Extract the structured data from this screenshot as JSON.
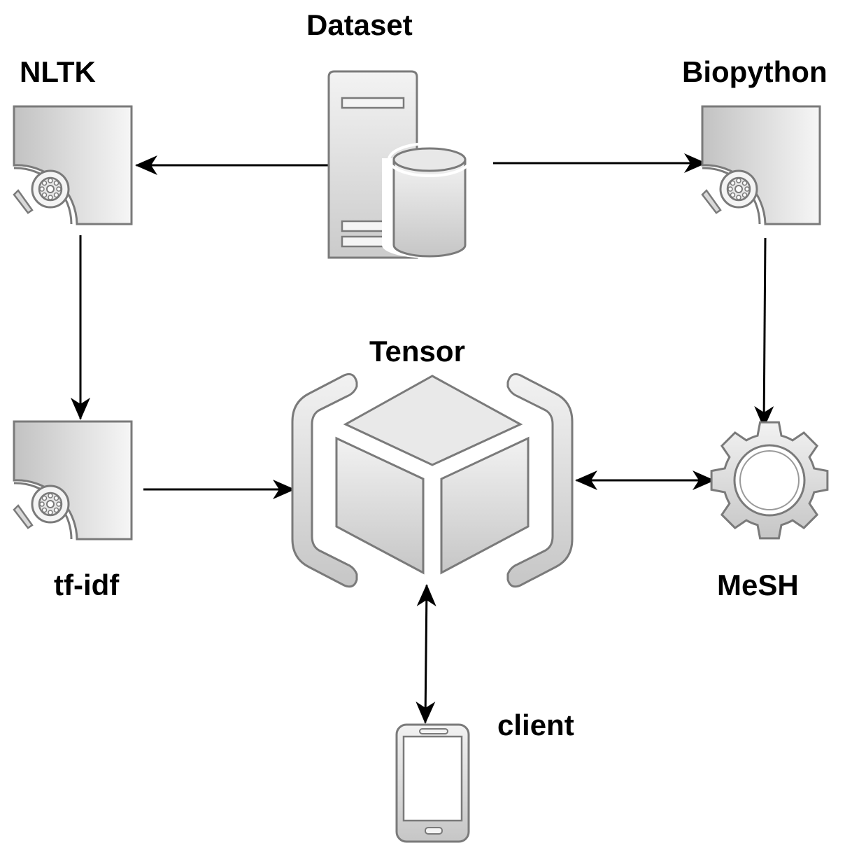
{
  "nodes": {
    "dataset": {
      "label": "Dataset",
      "icon": "server-database-icon"
    },
    "nltk": {
      "label": "NLTK",
      "icon": "hard-disk-icon"
    },
    "biopython": {
      "label": "Biopython",
      "icon": "hard-disk-icon"
    },
    "tfidf": {
      "label": "tf-idf",
      "icon": "hard-disk-icon"
    },
    "tensor": {
      "label": "Tensor",
      "icon": "bracketed-cube-icon"
    },
    "mesh": {
      "label": "MeSH",
      "icon": "gear-icon"
    },
    "client": {
      "label": "client",
      "icon": "mobile-phone-icon"
    }
  },
  "edges": [
    {
      "from": "dataset",
      "to": "nltk",
      "direction": "forward"
    },
    {
      "from": "dataset",
      "to": "biopython",
      "direction": "forward"
    },
    {
      "from": "nltk",
      "to": "tfidf",
      "direction": "forward"
    },
    {
      "from": "biopython",
      "to": "mesh",
      "direction": "forward"
    },
    {
      "from": "tfidf",
      "to": "tensor",
      "direction": "forward"
    },
    {
      "from": "tensor",
      "to": "mesh",
      "direction": "both"
    },
    {
      "from": "tensor",
      "to": "client",
      "direction": "both"
    }
  ],
  "colors": {
    "icon_stroke": "#7a7a7a",
    "icon_fill_light": "#f4f4f4",
    "icon_fill_dark": "#c4c4c4",
    "arrow": "#000000"
  }
}
